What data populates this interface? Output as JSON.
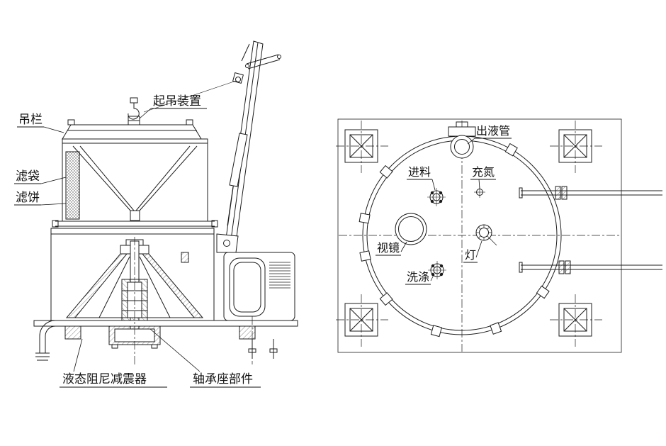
{
  "drawing": {
    "type": "engineering-diagram",
    "subject": "centrifuge general arrangement, side elevation and plan view"
  },
  "side_view": {
    "labels": {
      "lifting_device": "起吊装置",
      "hanging_rail": "吊栏",
      "filter_bag": "滤袋",
      "filter_cake": "滤饼",
      "damper": "液态阻尼减震器",
      "bearing_seat": "轴承座部件"
    }
  },
  "plan_view": {
    "labels": {
      "outlet_pipe": "出液管",
      "feed": "进料",
      "nitrogen": "充氮",
      "sight_glass": "视镜",
      "lamp": "灯",
      "washing": "洗涤"
    }
  },
  "colors": {
    "line": "#1c1c1c",
    "background": "#ffffff"
  }
}
